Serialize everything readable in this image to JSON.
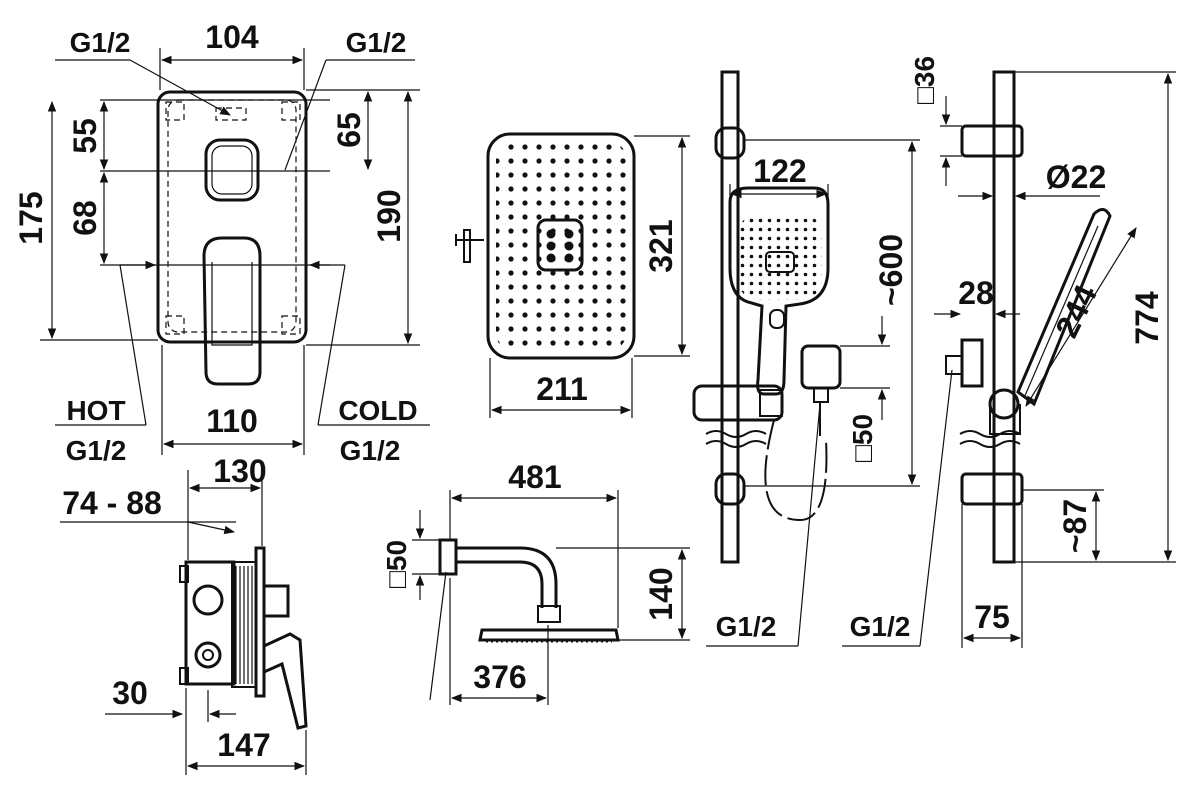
{
  "labels": {
    "valve_top_width": "104",
    "valve_top_left_thread": "G1/2",
    "valve_top_right_thread": "G1/2",
    "valve_left_dim_outer": "175",
    "valve_left_dim_upper": "55",
    "valve_left_dim_lower": "68",
    "valve_right_dim_outer": "190",
    "valve_right_dim_upper": "65",
    "valve_bottom_width": "110",
    "hot_label": "HOT",
    "hot_thread": "G1/2",
    "cold_label": "COLD",
    "cold_thread": "G1/2",
    "box_top_width": "130",
    "box_depth_range": "74 - 88",
    "box_offset": "30",
    "box_bottom_width": "147",
    "overhead_width": "211",
    "overhead_height": "321",
    "arm_length": "481",
    "arm_square": "□50",
    "arm_drop": "140",
    "arm_head_width": "376",
    "handshower_width": "122",
    "rail_length_approx": "~600",
    "outlet_square": "□50",
    "outlet_thread": "G1/2",
    "bracket_square": "□36",
    "rail_diameter": "Ø22",
    "outlet_offset": "28",
    "handshower_length": "244",
    "rail_total": "774",
    "lower_approx": "~87",
    "side_depth": "75",
    "side_thread": "G1/2"
  }
}
